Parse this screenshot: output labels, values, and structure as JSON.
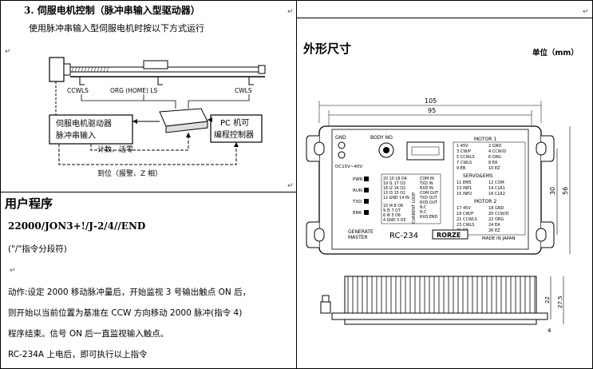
{
  "left": {
    "section_title": "3. 伺服电机控制（脉冲串输入型驱动器）",
    "intro": "使用脉冲串输入型伺服电机时按以下方式运行",
    "diagram": {
      "ccwls": "CCWLS",
      "org_ls": "ORG (HOME) LS",
      "cwls": "CWLS",
      "servo_box_line1": "伺服电机驱动器",
      "servo_box_line2": "脉冲串输入",
      "pc_box_line1": "PC 机可",
      "pc_box_line2": "编程控制器",
      "count_alarm": "计数、活零",
      "position_label": "到位（报警、Z 相）"
    },
    "program_title": "用户程序",
    "program_code": "22000/JON3+!/J-2/4//END",
    "program_note": "(\"/\"指令分段符)",
    "desc1": "动作:设定 2000 移动脉冲量后，开始监视 3 号输出触点 ON 后，",
    "desc2": "则开始以当前位置为基准在 CCW 方向移动 2000 脉冲(指令 4)",
    "desc3": "程序结束。信号 ON 后一直监视输入触点。",
    "desc4": "RC-234A 上电后，即可执行以上指令"
  },
  "right": {
    "title": "外形尺寸",
    "unit": "单位（mm）",
    "dims": {
      "d105": "105",
      "d95": "95",
      "d30": "30",
      "d56": "56",
      "d22": "22",
      "d27_5": "27.5",
      "d4": "4"
    },
    "board": {
      "model": "RC-234",
      "brand": "RORZE",
      "generate_master_1": "GENERATE",
      "generate_master_2": "MASTER",
      "made_in": "MADE IN JAPAN",
      "body_no": "BODY NO.",
      "motor1": "MOTOR 1",
      "motor2": "MOTOR 2",
      "servo_ems": "SERVO&EMS",
      "current_loop": "CURRENT LOOP",
      "gnd": "GND",
      "dc": "DC15V~40V",
      "led_pwr": "PWR",
      "led_run": "RUN",
      "led_txd": "TXD",
      "led_err": "ERR"
    }
  },
  "marks": {
    "para": "↵"
  }
}
